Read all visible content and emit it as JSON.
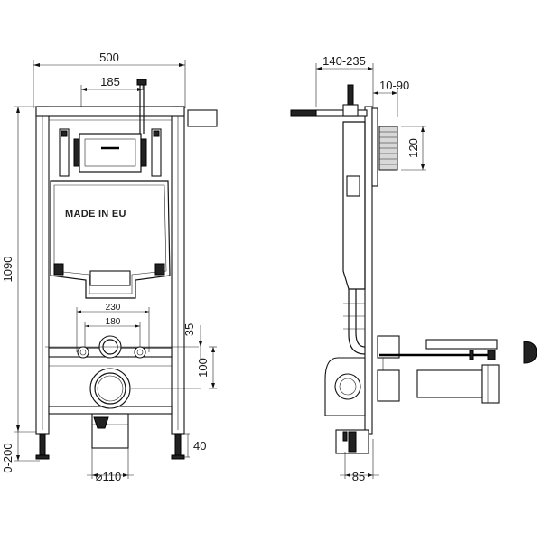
{
  "front_view": {
    "dim_width": "500",
    "dim_flush_plate": "185",
    "dim_height": "1090",
    "dim_pipe_spacing_outer": "230",
    "dim_pipe_spacing_inner": "180",
    "dim_pipe_offset": "35",
    "dim_pipe_to_drain": "100",
    "dim_foot_adjust": "0-200",
    "dim_foot": "40",
    "dim_drain_diameter": "⌀110",
    "label": "MADE IN EU"
  },
  "side_view": {
    "dim_depth_range": "140-235",
    "dim_wall_range": "10-90",
    "dim_button_height": "120",
    "dim_base_depth": "85"
  }
}
